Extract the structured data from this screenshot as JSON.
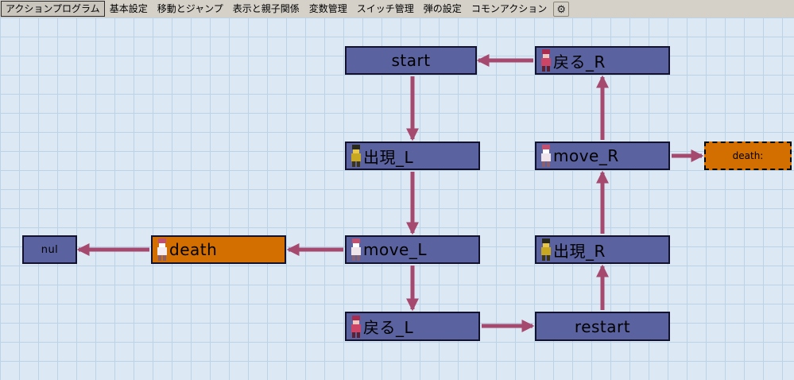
{
  "tab_bar": {
    "tabs": [
      {
        "label": "アクションプログラム",
        "active": true
      },
      {
        "label": "基本設定",
        "active": false
      },
      {
        "label": "移動とジャンプ",
        "active": false
      },
      {
        "label": "表示と親子関係",
        "active": false
      },
      {
        "label": "変数管理",
        "active": false
      },
      {
        "label": "スイッチ管理",
        "active": false
      },
      {
        "label": "弾の設定",
        "active": false
      },
      {
        "label": "コモンアクション",
        "active": false
      }
    ],
    "gear_icon": "⚙"
  },
  "flowchart": {
    "nodes": {
      "start": {
        "label": "start"
      },
      "back_R": {
        "label": "戻る_R",
        "icon": "pink-character-sprite-icon"
      },
      "appear_L": {
        "label": "出現_L",
        "icon": "yellow-character-sprite-icon"
      },
      "move_R": {
        "label": "move_R",
        "icon": "white-character-sprite-icon"
      },
      "death_out": {
        "label": "death:"
      },
      "nul": {
        "label": "nul"
      },
      "death": {
        "label": "death",
        "icon": "white-character-sprite-icon"
      },
      "move_L": {
        "label": "move_L",
        "icon": "white-character-sprite-icon"
      },
      "appear_R": {
        "label": "出現_R",
        "icon": "yellow-character-sprite-icon"
      },
      "back_L": {
        "label": "戻る_L",
        "icon": "pink-character-sprite-icon"
      },
      "restart": {
        "label": "restart"
      }
    },
    "colors": {
      "node_fill": "#5a62a0",
      "death_fill": "#d26f00",
      "arrow": "#a6496f",
      "canvas_bg": "#dce8f4",
      "grid_line": "#bcd2e6",
      "tabbar_bg": "#d5d1c9"
    }
  }
}
